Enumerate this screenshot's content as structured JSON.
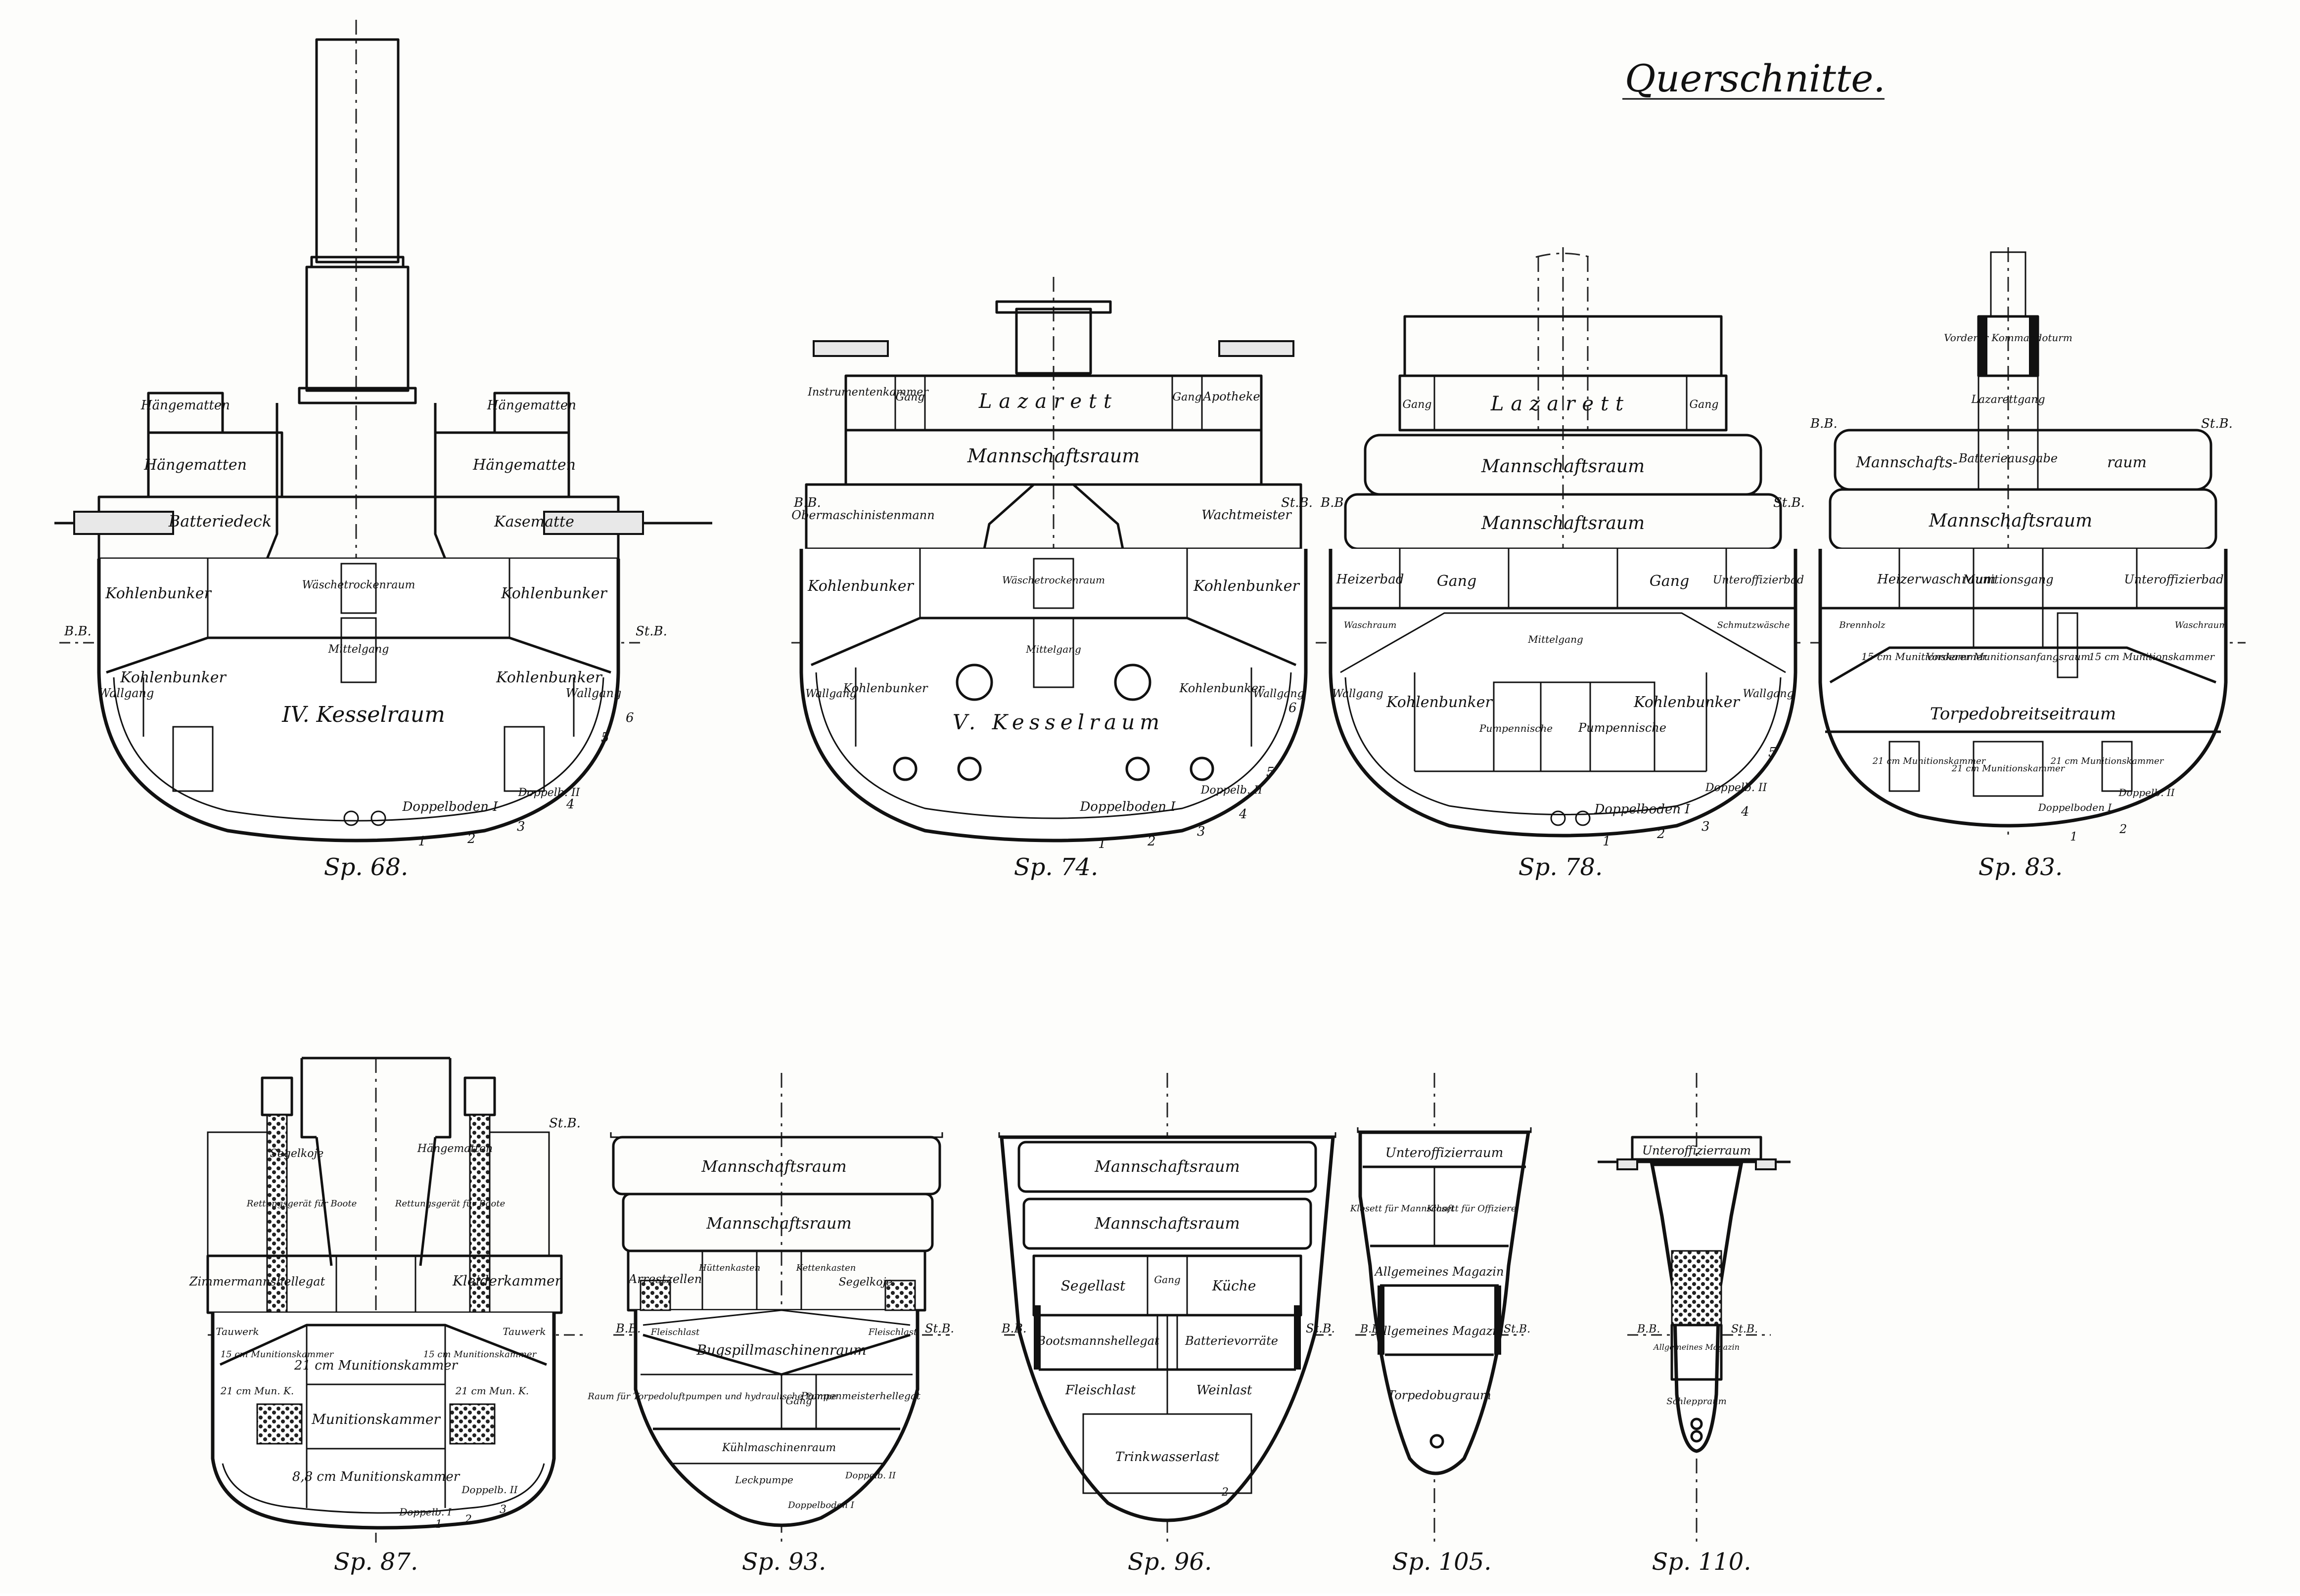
{
  "title": "Querschnitte.",
  "marks": {
    "bb": "B.B.",
    "stb": "St.B."
  },
  "sections": {
    "s68": {
      "caption": "Sp. 68.",
      "room_main": "IV. Kesselraum",
      "haengematten_l_top": "Hängematten",
      "haengematten_r_top": "Hängematten",
      "haengematten_l": "Hängematten",
      "haengematten_r": "Hängematten",
      "batteriedeck": "Batteriedeck",
      "kasematte": "Kasematte",
      "kohlen_l1": "Kohlenbunker",
      "kohlen_r1": "Kohlenbunker",
      "kohlen_l2": "Kohlenbunker",
      "kohlen_r2": "Kohlenbunker",
      "waesche": "Wäschetrockenraum",
      "mittelgang": "Mittelgang",
      "wallgang_l": "Wallgang",
      "wallgang_r": "Wallgang",
      "doppelboden1": "Doppelboden I",
      "doppelboden2": "Doppelb. II",
      "n1": "1",
      "n2": "2",
      "n3": "3",
      "n4": "4",
      "n5": "5",
      "n6": "6"
    },
    "s74": {
      "caption": "Sp. 74.",
      "lazarett": "Lazarett",
      "gang_l": "Gang",
      "gang_r": "Gang",
      "instrumente": "Instrumentenkammer",
      "apotheke": "Apotheke",
      "mannschaft": "Mannschaftsraum",
      "obermaschinist": "Obermaschinistenmann",
      "wachtmeister": "Wachtmeister",
      "kohlen_l1": "Kohlenbunker",
      "kohlen_r1": "Kohlenbunker",
      "kohlen_l2": "Kohlenbunker",
      "kohlen_r2": "Kohlenbunker",
      "waesche": "Wäschetrockenraum",
      "mittelgang": "Mittelgang",
      "room_main": "V. Kesselraum",
      "wallgang_l": "Wallgang",
      "wallgang_r": "Wallgang",
      "doppelboden1": "Doppelboden I",
      "doppelboden2": "Doppelb. II",
      "n1": "1",
      "n2": "2",
      "n3": "3",
      "n4": "4",
      "n5": "5",
      "n6": "6"
    },
    "s78": {
      "caption": "Sp. 78.",
      "lazarett": "Lazarett",
      "gang_l": "Gang",
      "gang_r": "Gang",
      "mannschaft1": "Mannschaftsraum",
      "mannschaft2": "Mannschaftsraum",
      "heizerbad": "Heizerbad",
      "gang_m1": "Gang",
      "gang_m2": "Gang",
      "unteroffizierbad": "Unteroffizierbad",
      "waschraum": "Waschraum",
      "schmutzwaesche": "Schmutzwäsche",
      "mittelgang": "Mittelgang",
      "kohlen_l": "Kohlenbunker",
      "kohlen_r": "Kohlenbunker",
      "pumpen_l": "Pumpennische",
      "pumpen_r": "Pumpennische",
      "wallgang_l": "Wallgang",
      "wallgang_r": "Wallgang",
      "doppelboden1": "Doppelboden I",
      "doppelboden2": "Doppelb. II",
      "n1": "1",
      "n2": "2",
      "n3": "3",
      "n4": "4",
      "n5": "5"
    },
    "s83": {
      "caption": "Sp. 83.",
      "kommando": "Vorderer Kommandoturm",
      "lazarettgang": "Lazarettgang",
      "mannschaft_l": "Mannschafts-",
      "ausgabe": "Batterieausgabe",
      "raum": "raum",
      "mannschaft2": "Mannschaftsraum",
      "heizerwaschraum": "Heizerwaschraum",
      "munitionsgang": "Munitionsgang",
      "unteroffizierbad": "Unteroffizierbad",
      "brennholz": "Brennholz",
      "waschraum": "Waschraum",
      "mun15_l": "15 cm Munitionskammer",
      "vorderer": "Vorderer Munitionsanfangsraum",
      "mun15_r": "15 cm Munitionskammer",
      "torpedo": "Torpedobreitseitraum",
      "mun21_l": "21 cm Munitionskammer",
      "mun21_m": "21 cm Munitionskammer",
      "mun21_r": "21 cm Munitionskammer",
      "doppelboden1": "Doppelboden I",
      "doppelboden2": "Doppelb. II",
      "n1": "1",
      "n2": "2"
    },
    "s87": {
      "caption": "Sp. 87.",
      "segel": "Segelkoje",
      "haengematten": "Hängematten",
      "rettung_l": "Rettungsgerät für Boote",
      "rettung_r": "Rettungsgerät für Boote",
      "zimmermann": "Zimmermannshellegat",
      "kleider": "Kleiderkammer",
      "tauwerk_l": "Tauwerk",
      "tauwerk_r": "Tauwerk",
      "mun15_l": "15 cm Munitionskammer",
      "mun15_r": "15 cm Munitionskammer",
      "mun21": "21 cm Munitionskammer",
      "mun_mid": "Munitionskammer",
      "mun21_l": "21 cm Mun. K.",
      "mun21_r": "21 cm Mun. K.",
      "mun88": "8,8 cm Munitionskammer",
      "doppelboden1": "Doppelb. I",
      "doppelboden2": "Doppelb. II",
      "n1": "1",
      "n2": "2",
      "n3": "3"
    },
    "s93": {
      "caption": "Sp. 93.",
      "mannschaft1": "Mannschaftsraum",
      "mannschaft2": "Mannschaftsraum",
      "arrest": "Arrestzellen",
      "kasten": "Hüttenkasten",
      "kettenkasten": "Kettenkasten",
      "segel": "Segelkoje",
      "bugspill": "Bugspillmaschinenraum",
      "fleischlast_l": "Fleischlast",
      "fleischlast_r": "Fleischlast",
      "pumpen": "Raum für Torpedoluftpumpen und hydraulische Pumpe",
      "gang": "Gang",
      "meister": "Pumpenmeisterhellegat",
      "kuehl": "Kühlmaschinenraum",
      "lecks": "Leckpumpe",
      "doppelboden1": "Doppelboden I",
      "doppelboden2": "Doppelb. II"
    },
    "s96": {
      "caption": "Sp. 96.",
      "mannschaft1": "Mannschaftsraum",
      "mannschaft2": "Mannschaftsraum",
      "segel": "Segellast",
      "gang": "Gang",
      "kueche": "Küche",
      "bootsmann": "Bootsmannshellegat",
      "batterie": "Batterievorräte",
      "fleischlast": "Fleischlast",
      "weinlast": "Weinlast",
      "trinkwasser": "Trinkwasserlast",
      "n2": "2"
    },
    "s105": {
      "caption": "Sp. 105.",
      "unteroffizier": "Unteroffizierraum",
      "klosett_l": "Klosett für Mannschaft",
      "klosett_r": "Klosett für Offiziere",
      "allgemein1": "Allgemeines Magazin",
      "allgemein2": "Allgemeines Magazin",
      "torpedo": "Torpedobugraum"
    },
    "s110": {
      "caption": "Sp. 110.",
      "unteroffizier": "Unteroffizierraum",
      "allg": "Allgemeines Magazin",
      "schleppraum": "Schleppraum"
    }
  }
}
